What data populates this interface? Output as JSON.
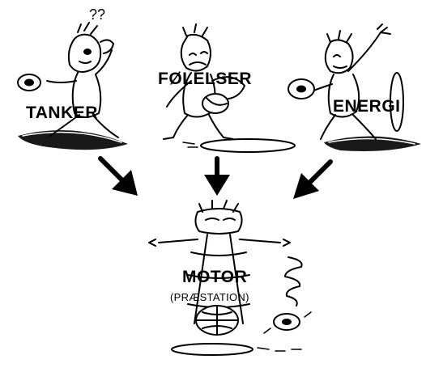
{
  "labels": {
    "tanker": "TANKER",
    "folelser": "FØLELSER",
    "energi": "ENERGI",
    "motor": "MOTOR",
    "motor_sub": "(PRÆSTATION)"
  },
  "question_marks": "??",
  "colors": {
    "ink": "#000000",
    "background": "#ffffff"
  }
}
